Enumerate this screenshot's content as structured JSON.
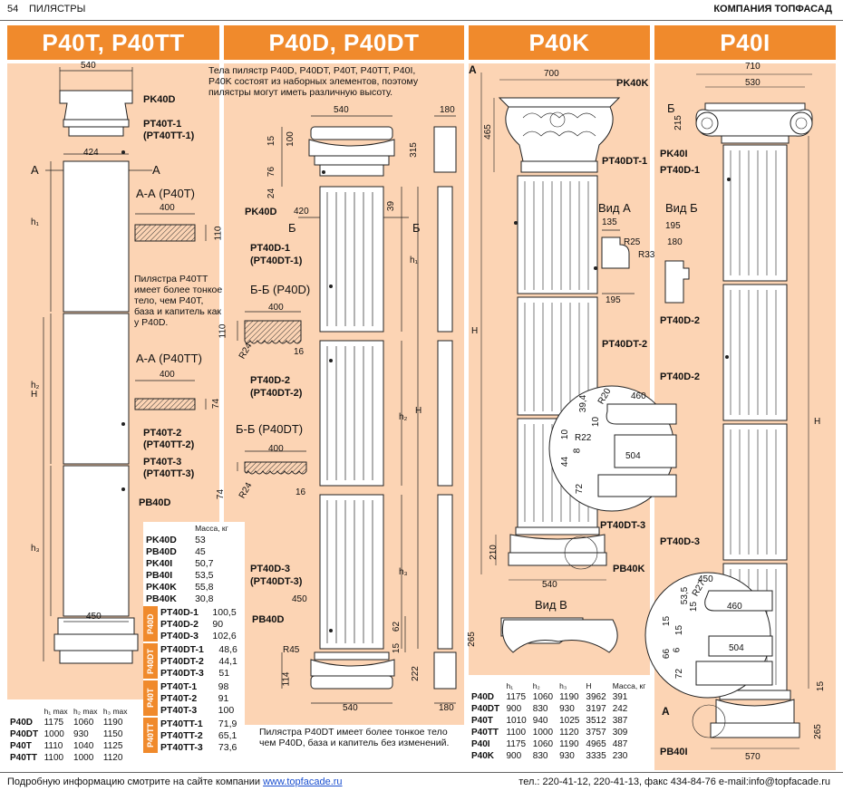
{
  "header": {
    "page": "54",
    "section": "ПИЛЯСТРЫ",
    "company": "КОМПАНИЯ ТОПФАСАД"
  },
  "titles": [
    "P40T, P40TT",
    "P40D, P40DT",
    "P40K",
    "P40I"
  ],
  "intro": "Тела пилястр P40D, P40DT, P40T, P40TT, P40I, P40K состоят из наборных элементов, поэтому пилястры могут иметь различную высоту.",
  "p40t": {
    "dims": {
      "w540": "540",
      "w424": "424",
      "w450": "450",
      "h": "H",
      "h1": "h₁",
      "h2": "h₂",
      "h3": "h₃"
    },
    "labels": {
      "pk40d": "PK40D",
      "pt40t1": "PT40T-1",
      "pt40tt1": "(PT40TT-1)",
      "pt40t2": "PT40T-2",
      "pt40tt2": "(PT40TT-2)",
      "pt40t3": "PT40T-3",
      "pt40tt3": "(PT40TT-3)",
      "pb40d": "PB40D",
      "a": "A"
    },
    "section_a_p40t": "А-А (P40T)",
    "sec_a_w": "400",
    "sec_a_h": "110",
    "section_a_p40tt": "А-А (P40TT)",
    "sec_att_w": "400",
    "sec_att_h": "74",
    "note": "Пилястра P40TT имеет более тонкое тело, чем P40T, база и капитель как у P40D."
  },
  "p40d": {
    "dims": {
      "w540": "540",
      "w420": "420",
      "w450": "450",
      "w540b": "540",
      "w180": "180",
      "w180b": "180",
      "d15": "15",
      "d100": "100",
      "d76": "76",
      "d24": "24",
      "d39": "39",
      "d315": "315",
      "d62": "62",
      "d15b": "15",
      "d222": "222",
      "d114": "114",
      "r45": "R45",
      "h": "H",
      "h1": "h₁",
      "h2": "h₂",
      "h3": "h₃",
      "b": "Б"
    },
    "labels": {
      "pk40d": "PK40D",
      "pt40d1": "PT40D-1",
      "pt40dt1": "(PT40DT-1)",
      "pt40d2": "PT40D-2",
      "pt40dt2": "(PT40DT-2)",
      "pt40d3": "PT40D-3",
      "pt40dt3": "(PT40DT-3)",
      "pb40d": "PB40D"
    },
    "section_b_p40d": "Б-Б (P40D)",
    "sbd_w": "400",
    "sbd_h": "110",
    "sbd_r": "R24",
    "sbd_16": "16",
    "section_b_p40dt": "Б-Б (P40DT)",
    "sbdt_w": "400",
    "sbdt_h": "74",
    "sbdt_r": "R24",
    "sbdt_16": "16",
    "note": "Пилястра P40DT имеет более тонкое тело чем P40D, база и капитель без изменений."
  },
  "p40k": {
    "dims": {
      "w700": "700",
      "w465": "465",
      "h": "H",
      "w210": "210",
      "w540": "540",
      "w265": "265",
      "v135": "135",
      "v195": "195",
      "r25": "R25",
      "r33": "R33",
      "vb195": "195",
      "vb180": "180",
      "d39": "39,4",
      "r20": "R20",
      "d460": "460",
      "d10a": "10",
      "d10b": "10",
      "r22": "R22",
      "d8": "8",
      "d44": "44",
      "d504": "504",
      "d72": "72"
    },
    "labels": {
      "pk40k": "PK40K",
      "pt40dt1": "PT40DT-1",
      "pt40dt2": "PT40DT-2",
      "pt40dt3": "PT40DT-3",
      "pb40k": "PB40K",
      "vid_a": "Вид А",
      "vid_b": "Вид Б",
      "vid_v": "Вид В",
      "a": "A"
    }
  },
  "p40i": {
    "dims": {
      "w710": "710",
      "w530": "530",
      "b": "Б",
      "d215": "215",
      "h": "H",
      "w450": "450",
      "d53": "53,5",
      "r27": "R27",
      "d15a": "15",
      "d460": "460",
      "d15b": "15",
      "d15c": "15",
      "d66": "66",
      "d6": "6",
      "d504": "504",
      "d72": "72",
      "d15d": "15",
      "d265": "265",
      "w570": "570",
      "a": "A"
    },
    "labels": {
      "pk40i": "PK40I",
      "pt40d1": "PT40D-1",
      "pt40d2a": "PT40D-2",
      "pt40d2b": "PT40D-2",
      "pt40d3": "PT40D-3",
      "pb40i": "PB40I"
    }
  },
  "mass_table": {
    "header": "Масса, кг",
    "top_rows": [
      [
        "PK40D",
        "53"
      ],
      [
        "PB40D",
        "45"
      ],
      [
        "PK40I",
        "50,7"
      ],
      [
        "PB40I",
        "53,5"
      ],
      [
        "PK40K",
        "55,8"
      ],
      [
        "PB40K",
        "30,8"
      ]
    ],
    "groups": [
      {
        "tag": "P40D",
        "rows": [
          [
            "PT40D-1",
            "100,5"
          ],
          [
            "PT40D-2",
            "90"
          ],
          [
            "PT40D-3",
            "102,6"
          ]
        ]
      },
      {
        "tag": "P40DT",
        "rows": [
          [
            "PT40DT-1",
            "48,6"
          ],
          [
            "PT40DT-2",
            "44,1"
          ],
          [
            "PT40DT-3",
            "51"
          ]
        ]
      },
      {
        "tag": "P40T",
        "rows": [
          [
            "PT40T-1",
            "98"
          ],
          [
            "PT40T-2",
            "91"
          ],
          [
            "PT40T-3",
            "100"
          ]
        ]
      },
      {
        "tag": "P40TT",
        "rows": [
          [
            "PT40TT-1",
            "71,9"
          ],
          [
            "PT40TT-2",
            "65,1"
          ],
          [
            "PT40TT-3",
            "73,6"
          ]
        ]
      }
    ]
  },
  "h_table_left": {
    "headers": [
      "",
      "h₁ max",
      "h₂ max",
      "h₃ max"
    ],
    "rows": [
      [
        "P40D",
        "1175",
        "1060",
        "1190"
      ],
      [
        "P40DT",
        "1000",
        "930",
        "1150"
      ],
      [
        "P40T",
        "1110",
        "1040",
        "1125"
      ],
      [
        "P40TT",
        "1100",
        "1000",
        "1120"
      ]
    ]
  },
  "h_table_right": {
    "headers": [
      "",
      "h₁",
      "h₂",
      "h₃",
      "H",
      "Масса, кг"
    ],
    "rows": [
      [
        "P40D",
        "1175",
        "1060",
        "1190",
        "3962",
        "391"
      ],
      [
        "P40DT",
        "900",
        "830",
        "930",
        "3197",
        "242"
      ],
      [
        "P40T",
        "1010",
        "940",
        "1025",
        "3512",
        "387"
      ],
      [
        "P40TT",
        "1100",
        "1000",
        "1120",
        "3757",
        "309"
      ],
      [
        "P40I",
        "1175",
        "1060",
        "1190",
        "4965",
        "487"
      ],
      [
        "P40K",
        "900",
        "830",
        "930",
        "3335",
        "230"
      ]
    ]
  },
  "footer": {
    "left": "Подробную информацию смотрите на сайте компании ",
    "link": "www.topfacade.ru",
    "right": "тел.: 220-41-12, 220-41-13, факс 434-84-76 e-mail:info@topfacade.ru"
  },
  "colors": {
    "accent": "#f08a2c",
    "panel": "#fcd4b4"
  }
}
